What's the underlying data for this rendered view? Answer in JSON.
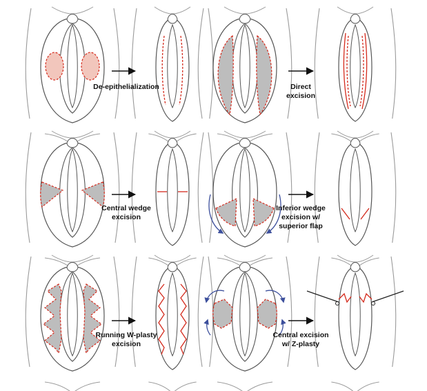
{
  "colors": {
    "outline": "#555555",
    "body_line": "#9a9a9a",
    "incision": "#d42a1c",
    "tissue_fill": "#f2c6bc",
    "grey_fill": "#bdbdbd",
    "flap_arrow": "#3c4f9c",
    "arrow": "#111111"
  },
  "panels": [
    {
      "name": "de-epithelialization",
      "label": [
        "De-epithelialization"
      ],
      "before_marking": "bilateral-pink-ovals",
      "after_result": "sutured-outline"
    },
    {
      "name": "direct-excision",
      "label": [
        "Direct",
        "excision"
      ],
      "before_marking": "grey-lateral-excision",
      "after_result": "straight-suture-lines"
    },
    {
      "name": "central-wedge-excision",
      "label": [
        "Central wedge",
        "excision"
      ],
      "before_marking": "grey-central-wedges",
      "after_result": "transverse-suture"
    },
    {
      "name": "inferior-wedge-excision",
      "label": [
        "Inferior wedge",
        "excision w/",
        "superior flap"
      ],
      "before_marking": "grey-inferior-wedges-with-flap-arrows",
      "after_result": "inferior-suture"
    },
    {
      "name": "running-w-plasty-excision",
      "label": [
        "Running W-plasty",
        "excision"
      ],
      "before_marking": "grey-zigzag-bands",
      "after_result": "zigzag-suture-lines"
    },
    {
      "name": "central-excision-z-plasty",
      "label": [
        "Central excision",
        "w/ Z-plasty"
      ],
      "before_marking": "grey-central-with-rotation-arrows",
      "after_result": "z-plasty-suture"
    }
  ]
}
